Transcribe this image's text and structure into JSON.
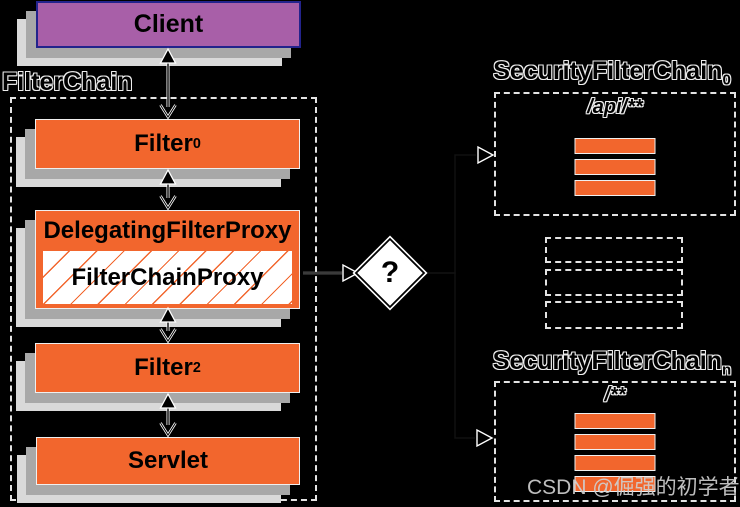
{
  "colors": {
    "background": "#000000",
    "box_orange": "#F2662D",
    "client_purple": "#A85FA8",
    "client_border_navy": "#23238c",
    "shadow_dark_gray": "#a8a8a8",
    "shadow_light_gray": "#d9d9d9",
    "dashed_line": "#e3e3e3",
    "watermark_gray": "#cfcfcf"
  },
  "left_column": {
    "client_label": "Client",
    "filterchain_label": "FilterChain",
    "filter0_label": "Filter",
    "filter0_sub": "0",
    "delegating_filter_proxy_label": "DelegatingFilterProxy",
    "filter_chain_proxy_label": "FilterChainProxy",
    "filter2_label": "Filter",
    "filter2_sub": "2",
    "servlet_label": "Servlet"
  },
  "decision": {
    "label": "?"
  },
  "right_column": {
    "chain0": {
      "title": "SecurityFilterChain",
      "title_sub": "0",
      "url_pattern": "/api/**",
      "filter_bar_count": 3
    },
    "chain_n": {
      "title": "SecurityFilterChain",
      "title_sub": "n",
      "url_pattern": "/**",
      "filter_bar_count": 4
    },
    "collapsed_chain_count": 3
  },
  "watermark_text": "CSDN @倔强的初学者"
}
